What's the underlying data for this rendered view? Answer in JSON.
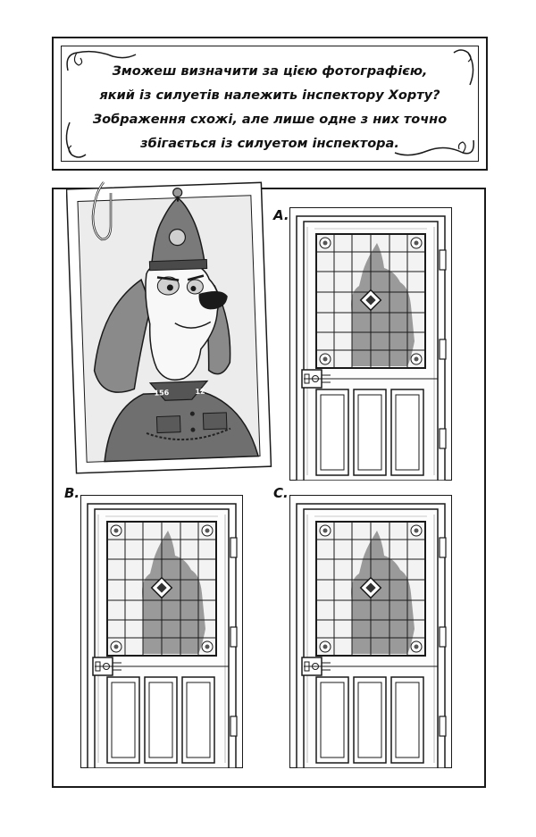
{
  "instructions": {
    "lines": [
      "Зможеш визначити за цією фотографією,",
      "який із силуетів належить інспектору Хорту?",
      "Зображення схожі, але лише одне з них точно",
      "збігається із силуетом інспектора."
    ]
  },
  "photo": {
    "badge_left": "156",
    "badge_right": "12"
  },
  "options": [
    {
      "label": "A."
    },
    {
      "label": "B."
    },
    {
      "label": "C."
    }
  ],
  "colors": {
    "ink": "#1a1a1a",
    "silhouette": "#9a9a9a",
    "photo_bg": "#ececec"
  }
}
